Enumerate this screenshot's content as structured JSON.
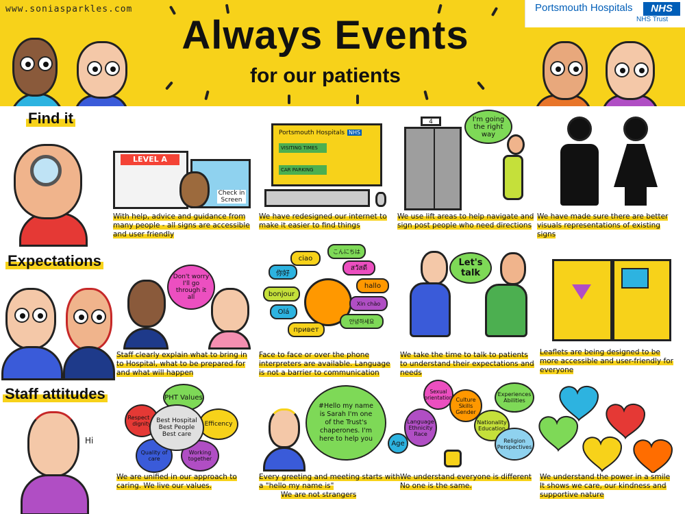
{
  "header": {
    "website": "www.soniasparkles.com",
    "title": "Always Events",
    "subtitle": "for our patients",
    "org_name": "Portsmouth Hospitals",
    "org_logo": "NHS",
    "org_trust": "NHS Trust"
  },
  "sections": {
    "find_it": "Find it",
    "expectations": "Expectations",
    "staff_attitudes": "Staff attitudes"
  },
  "find_it": {
    "panel1": {
      "sign": "LEVEL A",
      "screen": "Check in Screen",
      "caption": "With help, advice and guidance from many people - all signs are accessible and user friendly"
    },
    "panel2": {
      "site_title": "Portsmouth Hospitals",
      "site_logo": "NHS",
      "link1": "VISITING TIMES",
      "link2": "CAR PARKING",
      "caption": "We have redesigned our internet to make it easier to find things"
    },
    "panel3": {
      "lift_number": "4",
      "thought": "I'm going the right way",
      "caption": "We use lift areas to help navigate and sign post people who need directions"
    },
    "panel4": {
      "caption": "We have made sure there are better visuals representations of existing signs"
    }
  },
  "expectations": {
    "panel1": {
      "speech": "Don't worry I'll go through it all",
      "caption": "Staff clearly explain what to bring in to Hospital, what to be prepared for and what will happen"
    },
    "panel2": {
      "greetings": [
        "ciao",
        "こんにちは",
        "你好",
        "สวัสดี",
        "hallo",
        "bonjour",
        "Olá",
        "Xin chào",
        "안녕하세요",
        "привет"
      ],
      "caption": "Face to face or over the phone interpreters are available. Language is not a barrier to communication"
    },
    "panel3": {
      "speech": "Let's talk",
      "caption": "We take the time to talk to patients to understand their expectations and needs"
    },
    "panel4": {
      "caption": "Leaflets are being designed to be more accessible and user-friendly for everyone"
    }
  },
  "staff_attitudes": {
    "panel1": {
      "greeting": "Hi"
    },
    "panel2": {
      "center": "Best Hospital Best People Best care",
      "petals": [
        "PHT Values",
        "Respect + dignity",
        "Efficency",
        "Quality of care",
        "Working together"
      ],
      "caption": "We are unified in our approach to caring. We live our values."
    },
    "panel3": {
      "speech": "#Hello my name is Sarah I'm one of the Trust's chaperones. I'm here to help you",
      "caption_line1": "Every greeting and meeting starts with a \"hello my name is\"",
      "caption_line2": "We are not strangers"
    },
    "panel4": {
      "balloons": [
        "Language Ethnicity Race",
        "Sexual orientation",
        "Culture Skills Gender",
        "Experiences Abilities",
        "Nationality Education",
        "Age",
        "Religion Perspectives"
      ],
      "caption": "We understand everyone is different No one is the same."
    },
    "panel5": {
      "caption": "We understand the power in a smile It shows we care, our kindness and supportive nature"
    }
  },
  "colors": {
    "header_yellow": "#f7d21a",
    "nhs_blue": "#005eb8",
    "highlight": "#f7d21a"
  }
}
